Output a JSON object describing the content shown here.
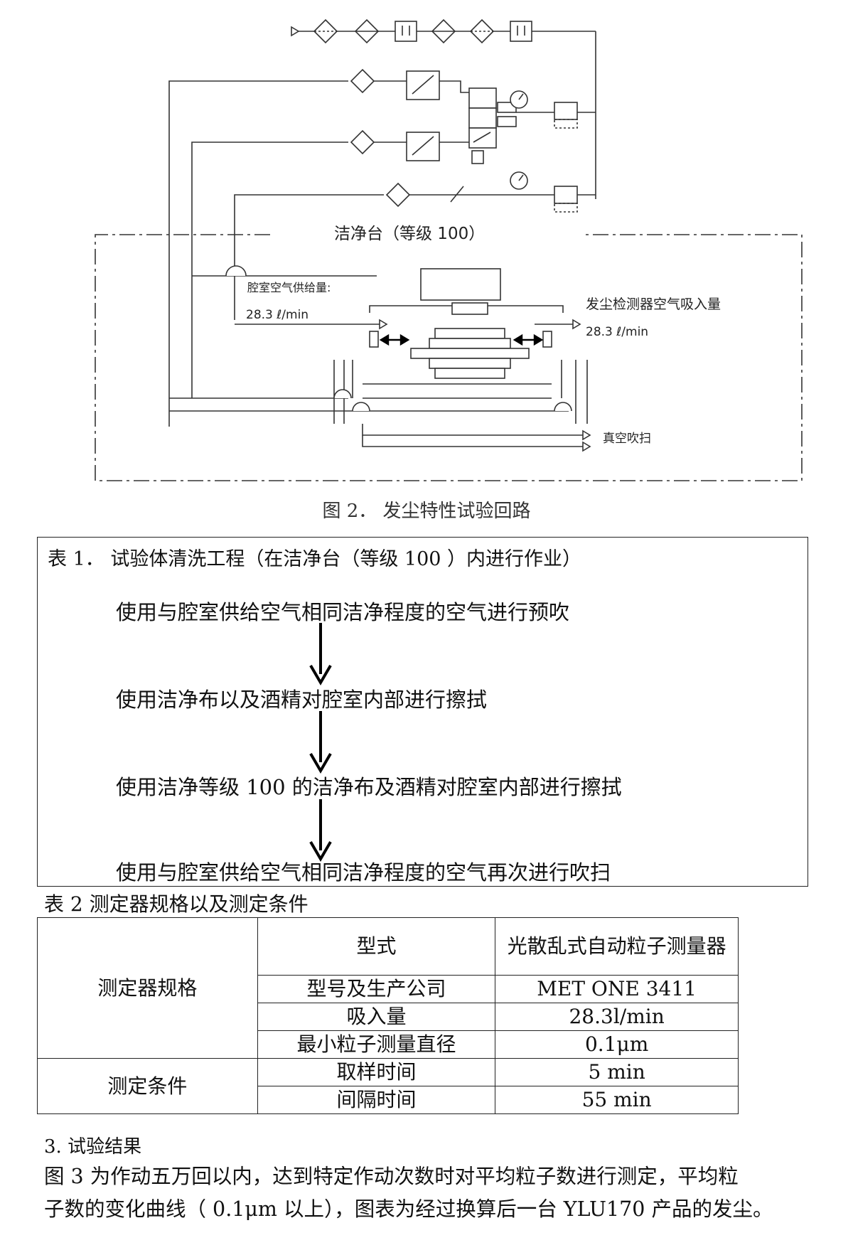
{
  "figure": {
    "clean_bench_label": "洁净台（等级 100）",
    "supply_label": "腔室空气供给量:",
    "supply_rate": "28.3 ℓ/min",
    "intake_label": "发尘检测器空气吸入量",
    "intake_rate": "28.3 ℓ/min",
    "vacuum_label": "真空吹扫",
    "caption": "图 2． 发尘特性试验回路"
  },
  "table1": {
    "title": "表 1． 试验体清洗工程（在洁净台（等级 100 ）内进行作业）",
    "steps": [
      "使用与腔室供给空气相同洁净程度的空气进行预吹",
      "使用洁净布以及酒精对腔室内部进行擦拭",
      "使用洁净等级 100  的洁净布及酒精对腔室内部进行擦拭",
      "使用与腔室供给空气相同洁净程度的空气再次进行吹扫"
    ]
  },
  "table2": {
    "title": "表 2 测定器规格以及测定条件",
    "group1": "测定器规格",
    "group2": "测定条件",
    "rows": [
      {
        "label": "型式",
        "value": "光散乱式自动粒子测量器"
      },
      {
        "label": "型号及生产公司",
        "value": "MET  ONE  3411"
      },
      {
        "label": "吸入量",
        "value": "28.3l/min"
      },
      {
        "label": "最小粒子测量直径",
        "value": "0.1μm"
      },
      {
        "label": "取样时间",
        "value": "5 min"
      },
      {
        "label": "间隔时间",
        "value": "55 min"
      }
    ]
  },
  "results": {
    "heading": "3. 试验结果",
    "line1": "图 3 为作动五万回以内，达到特定作动次数时对平均粒子数进行测定，平均粒",
    "line2": "子数的变化曲线（ 0.1μm  以上），图表为经过换算后一台 YLU170  产品的发尘。"
  }
}
